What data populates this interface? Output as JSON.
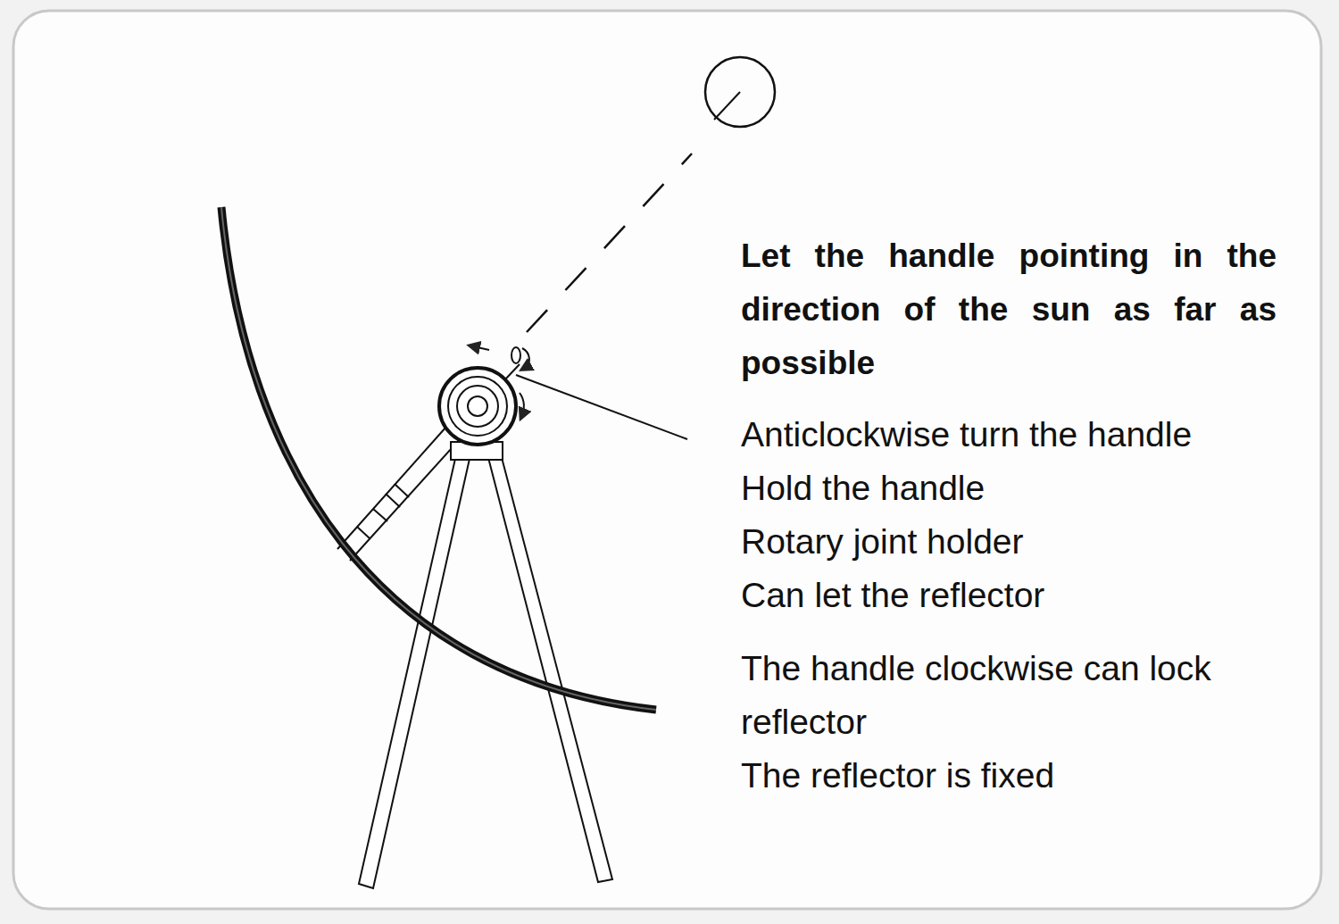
{
  "diagram": {
    "labels": [
      "Let the handle pointing in the direction of the sun as far as possible",
      "Anticlockwise turn the handle",
      "Hold the handle",
      "Rotary joint holder",
      "Can let the reflector",
      "The handle clockwise can lock reflector",
      "The reflector is fixed"
    ]
  }
}
